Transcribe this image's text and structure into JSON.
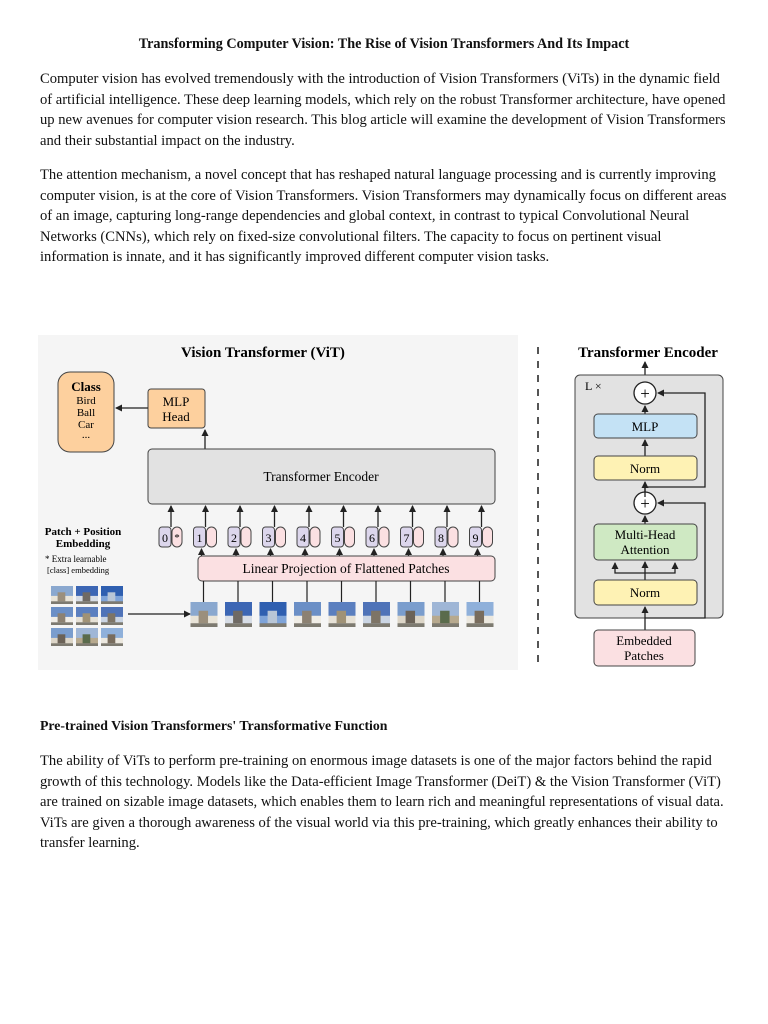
{
  "article": {
    "title": "Transforming Computer Vision: The Rise of  Vision Transformers And Its Impact",
    "paragraph_1": "Computer vision has evolved tremendously with the introduction of Vision Transformers (ViTs) in the dynamic field of artificial intelligence. These deep learning models, which rely on the robust Transformer architecture, have opened up new avenues for computer vision research. This blog article will examine the development of Vision Transformers and their substantial impact on the industry.",
    "paragraph_2": "The attention mechanism, a novel concept that has reshaped natural language processing and is currently improving computer vision, is at the core of Vision Transformers. Vision Transformers may dynamically focus on different areas of an image, capturing long-range dependencies and global context, in contrast to typical Convolutional Neural Networks (CNNs), which rely on fixed-size convolutional filters. The capacity to focus on pertinent visual information is innate, and it has significantly improved different computer vision tasks.",
    "section_heading": "Pre-trained Vision Transformers' Transformative Function",
    "paragraph_3": "The ability of ViTs to perform pre-training on enormous image datasets is one of the major factors behind the rapid growth of this technology. Models like the Data-efficient Image Transformer (DeiT) & the Vision Transformer (ViT) are trained on sizable image datasets, which enables them to learn rich and meaningful representations of visual data. ViTs are given a thorough awareness of the visual world via this pre-training, which greatly enhances their ability to transfer learning."
  },
  "figure": {
    "vit_title": "Vision Transformer (ViT)",
    "class_label": "Class",
    "class_items": [
      "Bird",
      "Ball",
      "Car",
      "..."
    ],
    "mlp_head": [
      "MLP",
      "Head"
    ],
    "transformer_encoder": "Transformer Encoder",
    "patch_embedding": [
      "Patch + Position",
      "Embedding"
    ],
    "extra_note": "* Extra learnable",
    "extra_note_2": "[class] embedding",
    "linear_projection": "Linear Projection of Flattened Patches",
    "token_ids": [
      "0",
      "1",
      "2",
      "3",
      "4",
      "5",
      "6",
      "7",
      "8",
      "9"
    ],
    "class_token_mark": "*",
    "encoder_title": "Transformer Encoder",
    "repeat_label": "L ×",
    "encoder_blocks": {
      "mlp": "MLP",
      "norm": "Norm",
      "attention": [
        "Multi-Head",
        "Attention"
      ],
      "embedded": [
        "Embedded",
        "Patches"
      ],
      "plus": "+"
    },
    "colors": {
      "orange": "#fdd09e",
      "gray_box": "#e2e2e2",
      "pink": "#fbe0e2",
      "purple": "#dcd6ec",
      "blue": "#c4e2f5",
      "yellow": "#fef2b4",
      "green": "#cfe9c3"
    }
  }
}
